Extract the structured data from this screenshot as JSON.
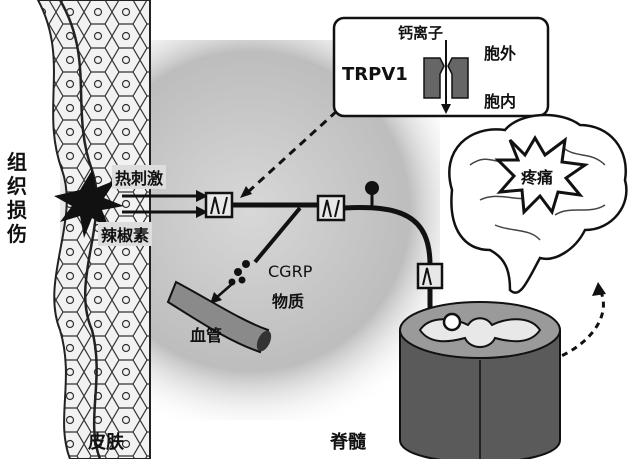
{
  "labels": {
    "tissue_injury": "组织损伤",
    "heat_stimulus": "热刺激",
    "capsaicin": "辣椒素",
    "skin": "皮肤",
    "spinal_cord": "脊髓",
    "calcium_ion": "钙离子",
    "trpv1": "TRPV1",
    "extracellular": "胞外",
    "intracellular": "胞内",
    "pain": "疼痛",
    "cgrp": "CGRP",
    "substance": "物质",
    "blood_vessel": "血管"
  },
  "colors": {
    "ink": "#111111",
    "gray_bg": "#c9c9c9",
    "tissue": "#dcdcdc",
    "spinal": "#5a5a5a"
  }
}
